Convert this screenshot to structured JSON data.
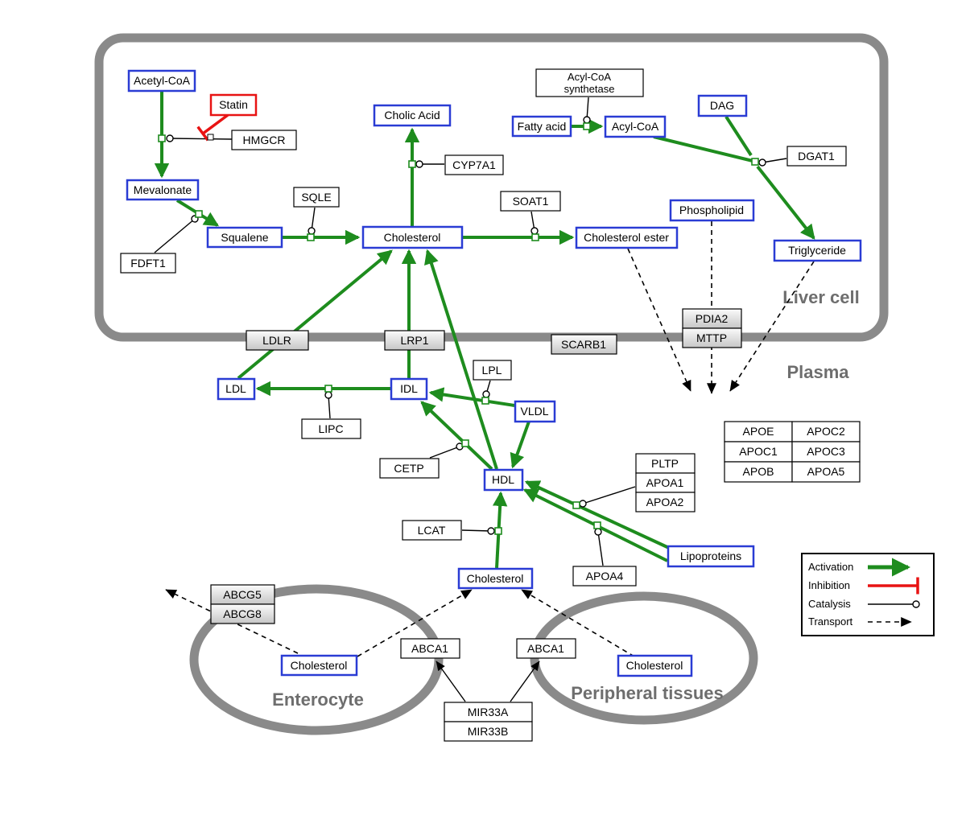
{
  "diagram": {
    "compartments": {
      "liver": "Liver cell",
      "plasma": "Plasma",
      "enterocyte": "Enterocyte",
      "peripheral": "Peripheral tissues"
    },
    "legend": {
      "activation": "Activation",
      "inhibition": "Inhibition",
      "catalysis": "Catalysis",
      "transport": "Transport"
    }
  },
  "nodes": {
    "acetyl_coa": {
      "label": "Acetyl-CoA"
    },
    "statin": {
      "label": "Statin"
    },
    "hmgcr": {
      "label": "HMGCR"
    },
    "mevalonate": {
      "label": "Mevalonate"
    },
    "fdft1": {
      "label": "FDFT1"
    },
    "squalene": {
      "label": "Squalene"
    },
    "sqle": {
      "label": "SQLE"
    },
    "cholic_acid": {
      "label": "Cholic Acid"
    },
    "cyp7a1": {
      "label": "CYP7A1"
    },
    "cholesterol_liver": {
      "label": "Cholesterol"
    },
    "soat1": {
      "label": "SOAT1"
    },
    "cholesterol_ester": {
      "label": "Cholesterol ester"
    },
    "fatty_acid": {
      "label": "Fatty acid"
    },
    "acyl_coa_synthetase": {
      "line1": "Acyl-CoA",
      "line2": "synthetase"
    },
    "acyl_coa": {
      "label": "Acyl-CoA"
    },
    "dag": {
      "label": "DAG"
    },
    "dgat1": {
      "label": "DGAT1"
    },
    "phospholipid": {
      "label": "Phospholipid"
    },
    "triglyceride": {
      "label": "Triglyceride"
    },
    "ldlr": {
      "label": "LDLR"
    },
    "lrp1": {
      "label": "LRP1"
    },
    "scarb1": {
      "label": "SCARB1"
    },
    "pdia2": {
      "label": "PDIA2"
    },
    "mttp": {
      "label": "MTTP"
    },
    "ldl": {
      "label": "LDL"
    },
    "idl": {
      "label": "IDL"
    },
    "vldl": {
      "label": "VLDL"
    },
    "lpl": {
      "label": "LPL"
    },
    "lipc": {
      "label": "LIPC"
    },
    "cetp": {
      "label": "CETP"
    },
    "hdl": {
      "label": "HDL"
    },
    "pltp": {
      "label": "PLTP"
    },
    "apoa1": {
      "label": "APOA1"
    },
    "apoa2": {
      "label": "APOA2"
    },
    "lcat": {
      "label": "LCAT"
    },
    "apoa4": {
      "label": "APOA4"
    },
    "cholesterol_plasma": {
      "label": "Cholesterol"
    },
    "lipoproteins": {
      "label": "Lipoproteins"
    },
    "abcg5": {
      "label": "ABCG5"
    },
    "abcg8": {
      "label": "ABCG8"
    },
    "cholesterol_enterocyte": {
      "label": "Cholesterol"
    },
    "abca1_left": {
      "label": "ABCA1"
    },
    "abca1_right": {
      "label": "ABCA1"
    },
    "cholesterol_peripheral": {
      "label": "Cholesterol"
    },
    "mir33a": {
      "label": "MIR33A"
    },
    "mir33b": {
      "label": "MIR33B"
    }
  },
  "apo_table": [
    [
      "APOE",
      "APOC2"
    ],
    [
      "APOC1",
      "APOC3"
    ],
    [
      "APOB",
      "APOA5"
    ]
  ],
  "colors": {
    "activation": "#1e8c1e",
    "inhibition": "#e81313",
    "membrane": "#8a8a8a",
    "metabolite_border": "#2a3cd4"
  }
}
